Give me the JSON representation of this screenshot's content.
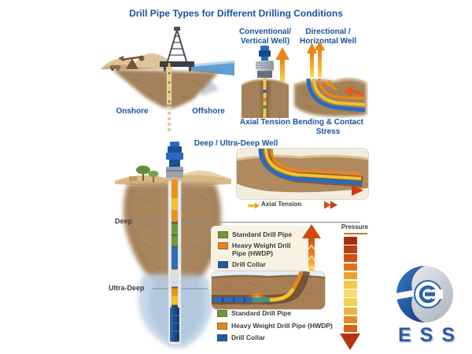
{
  "title": "Drill Pipe Types for Different Drilling Conditions",
  "colors": {
    "accent_blue": "#1a52a0",
    "text_dark": "#3b3b3b",
    "pressure_arrow": "#b5330d"
  },
  "scene": {
    "onshore": "Onshore",
    "offshore": "Offshore"
  },
  "vertical_well": {
    "title_line1": "Conventional/",
    "title_line2": "Vertical Well)",
    "caption": "Axial Tension"
  },
  "horizontal_well": {
    "title_line1": "Directional /",
    "title_line2": "Horizontal Well",
    "caption": "Bending & Contact Stress"
  },
  "deep_well": {
    "title": "Deep / Ultra-Deep Well",
    "deep_label": "Deep",
    "ultra_deep_label": "Ultra-Deep",
    "axial_tension": "Axial Tension"
  },
  "legend_card": {
    "items": [
      {
        "label": "Standard Drill Pipe",
        "color": "#6f9a3c"
      },
      {
        "label": "Heavy Weight Drill Pipe (HWDP)",
        "color": "#e8831c"
      },
      {
        "label": "Drill Collar",
        "color": "#1f5ca6"
      }
    ]
  },
  "legend_bottom": {
    "items": [
      {
        "label": "Standard Drill Pipe",
        "color": "#6f9a3c"
      },
      {
        "label": "Heavy Weight Drill Pipe (HWDP)",
        "color": "#e8831c"
      },
      {
        "label": "Drill Collar",
        "color": "#1f5ca6"
      }
    ]
  },
  "pressure": {
    "label": "Pressure",
    "scale_colors": [
      "#a23010",
      "#bd3e10",
      "#d15112",
      "#e2731c",
      "#eda12e",
      "#f3c94b",
      "#f6dc72",
      "#f3cf52",
      "#eeb13a",
      "#e68a22",
      "#d96014"
    ]
  },
  "logo": {
    "text": "ESS"
  }
}
